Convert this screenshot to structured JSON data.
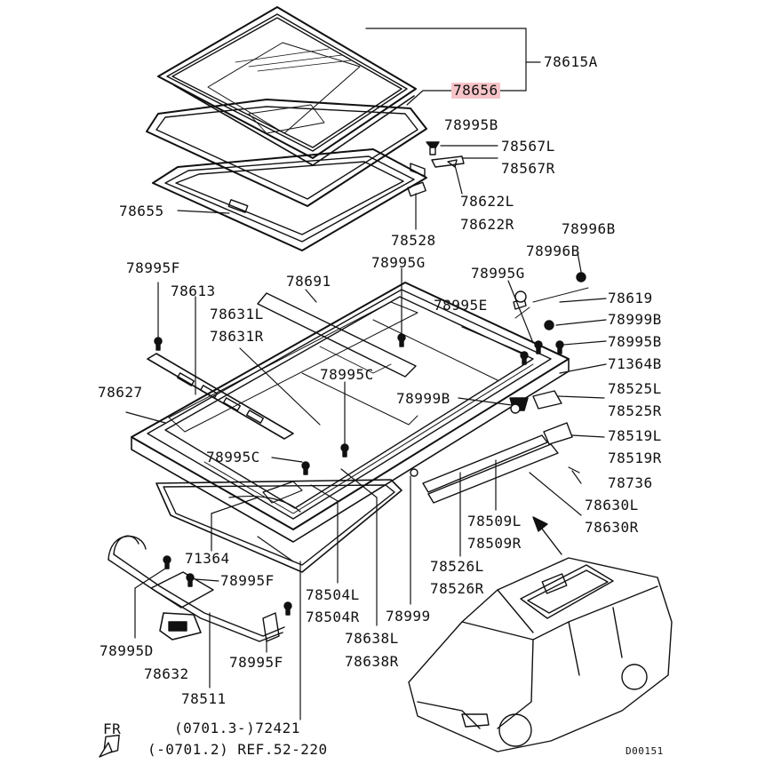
{
  "highlight_color": "#f6c4c8",
  "part_labels": [
    {
      "id": "p78615A",
      "text": "78615A"
    },
    {
      "id": "p78656",
      "text": "78656",
      "highlighted": true
    },
    {
      "id": "p78995B_1",
      "text": "78995B"
    },
    {
      "id": "p78567L",
      "text": "78567L"
    },
    {
      "id": "p78567R",
      "text": "78567R"
    },
    {
      "id": "p78622L",
      "text": "78622L"
    },
    {
      "id": "p78622R",
      "text": "78622R"
    },
    {
      "id": "p78655",
      "text": "78655"
    },
    {
      "id": "p78528",
      "text": "78528"
    },
    {
      "id": "p78996B_1",
      "text": "78996B"
    },
    {
      "id": "p78996B_2",
      "text": "78996B"
    },
    {
      "id": "p78995F_1",
      "text": "78995F"
    },
    {
      "id": "p78613",
      "text": "78613"
    },
    {
      "id": "p78691",
      "text": "78691"
    },
    {
      "id": "p78995G_1",
      "text": "78995G"
    },
    {
      "id": "p78995G_2",
      "text": "78995G"
    },
    {
      "id": "p78619",
      "text": "78619"
    },
    {
      "id": "p78631L",
      "text": "78631L"
    },
    {
      "id": "p78631R",
      "text": "78631R"
    },
    {
      "id": "p78995E",
      "text": "78995E"
    },
    {
      "id": "p78999B_1",
      "text": "78999B"
    },
    {
      "id": "p78995B_2",
      "text": "78995B"
    },
    {
      "id": "p71364B",
      "text": "71364B"
    },
    {
      "id": "p78995C_1",
      "text": "78995C"
    },
    {
      "id": "p78627",
      "text": "78627"
    },
    {
      "id": "p78999B_2",
      "text": "78999B"
    },
    {
      "id": "p78525L",
      "text": "78525L"
    },
    {
      "id": "p78525R",
      "text": "78525R"
    },
    {
      "id": "p78519L",
      "text": "78519L"
    },
    {
      "id": "p78519R",
      "text": "78519R"
    },
    {
      "id": "p78995C_2",
      "text": "78995C"
    },
    {
      "id": "p78736",
      "text": "78736"
    },
    {
      "id": "p78630L",
      "text": "78630L"
    },
    {
      "id": "p78630R",
      "text": "78630R"
    },
    {
      "id": "p78509L",
      "text": "78509L"
    },
    {
      "id": "p78509R",
      "text": "78509R"
    },
    {
      "id": "p71364",
      "text": "71364"
    },
    {
      "id": "p78995F_2",
      "text": "78995F"
    },
    {
      "id": "p78526L",
      "text": "78526L"
    },
    {
      "id": "p78526R",
      "text": "78526R"
    },
    {
      "id": "p78504L",
      "text": "78504L"
    },
    {
      "id": "p78504R",
      "text": "78504R"
    },
    {
      "id": "p78999",
      "text": "78999"
    },
    {
      "id": "p78638L",
      "text": "78638L"
    },
    {
      "id": "p78638R",
      "text": "78638R"
    },
    {
      "id": "p78995D",
      "text": "78995D"
    },
    {
      "id": "p78995F_3",
      "text": "78995F"
    },
    {
      "id": "p78632",
      "text": "78632"
    },
    {
      "id": "p78511",
      "text": "78511"
    }
  ],
  "footnote_line1": "(0701.3-)72421",
  "footnote_line2": "(-0701.2) REF.52-220",
  "direction_label": "FR",
  "diagram_code": "D00151",
  "icons": [
    "fr-arrow-icon",
    "vehicle-illustration",
    "sunroof-glass-panel",
    "mounting-screw-icon"
  ]
}
